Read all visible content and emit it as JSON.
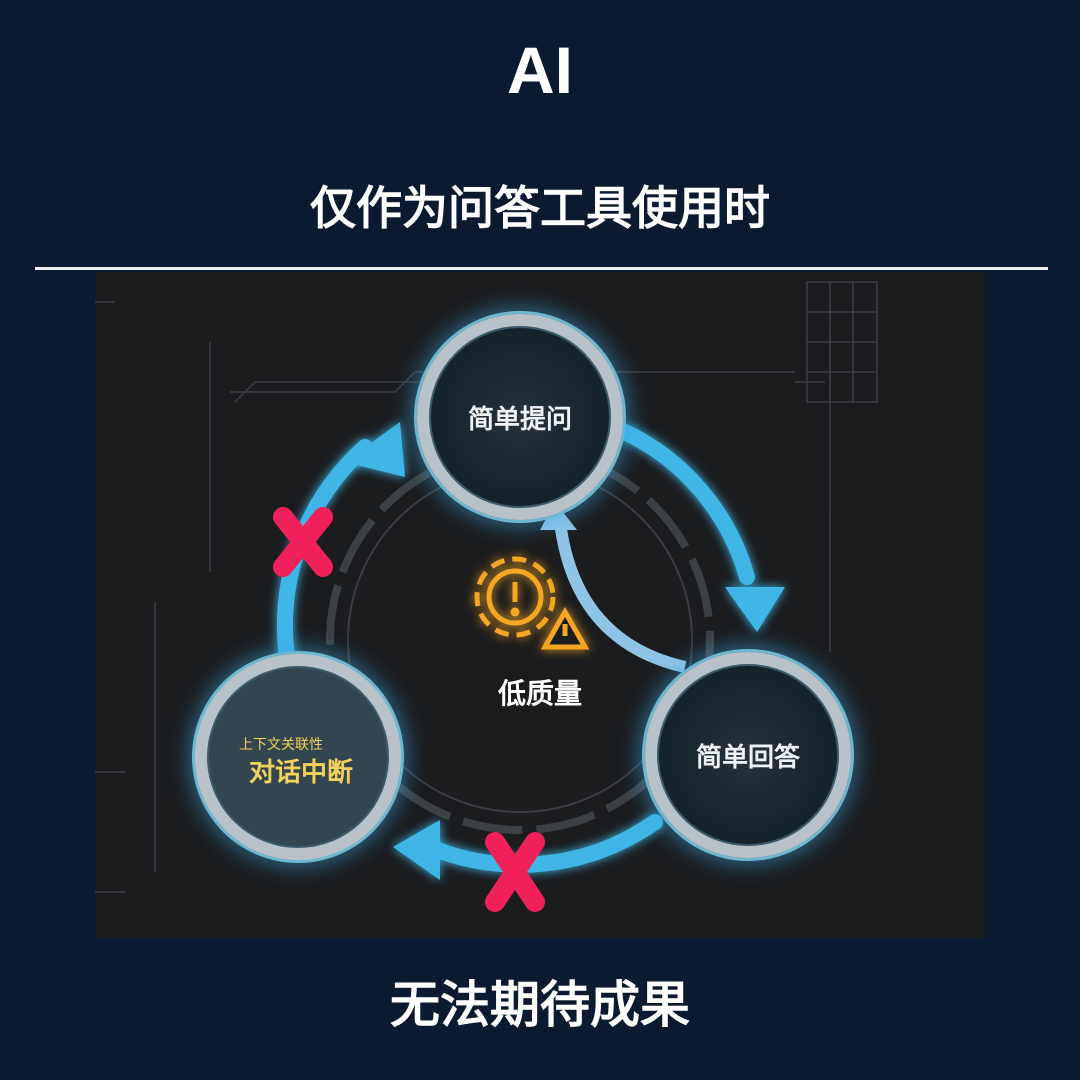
{
  "header": {
    "title": "AI",
    "subtitle": "仅作为问答工具使用时"
  },
  "diagram": {
    "nodes": {
      "top": "简单提问",
      "right": "简单回答",
      "left_small": "上下文关联性",
      "left_main": "对话中断"
    },
    "center_label": "低质量",
    "center_icon": "gear-warning-icon",
    "broken_links": 2
  },
  "footer": {
    "conclusion": "无法期待成果"
  },
  "colors": {
    "background": "#0b1a31",
    "arrow": "#3fb6e6",
    "cross": "#f0205a",
    "warning": "#f5a623",
    "highlight_text": "#f2d25a"
  }
}
